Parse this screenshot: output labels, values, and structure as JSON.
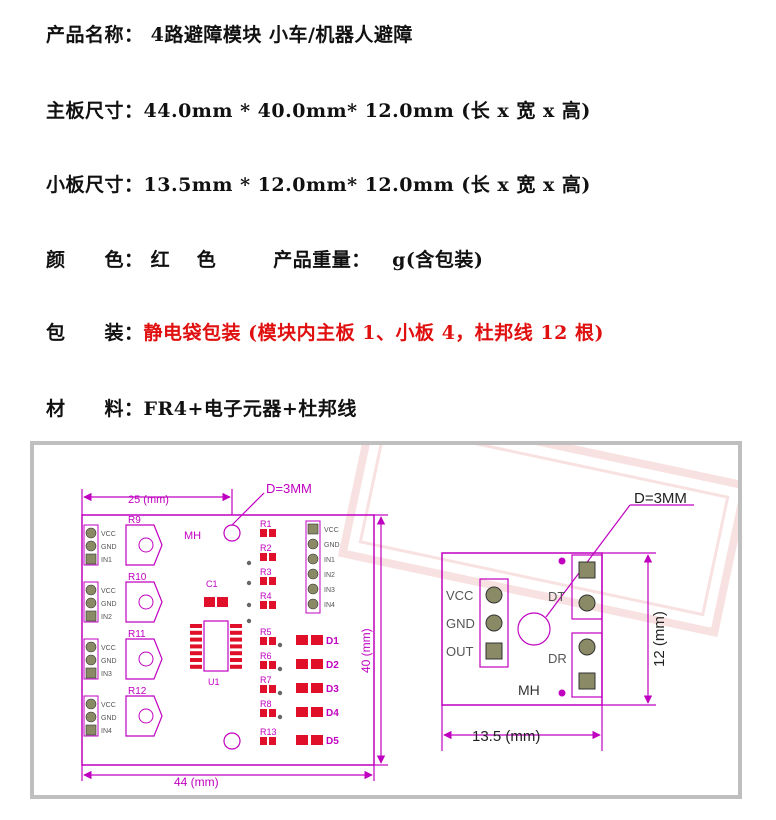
{
  "specs": {
    "name_label": "产品名称：",
    "name_value": "4路避障模块 小车/机器人避障",
    "main_board_label": "主板尺寸：",
    "main_board_value": "44.0mm * 40.0mm* 12.0mm (长 x 宽 x 高)",
    "small_board_label": "小板尺寸：",
    "small_board_value": "13.5mm * 12.0mm* 12.0mm (长 x 宽 x 高)",
    "color_label": "颜　　色：",
    "color_value": "红　 色",
    "weight_label": "产品重量：",
    "weight_value": "g(含包装)",
    "package_label": "包　　装：",
    "package_value": "静电袋包装 (模块内主板 1、小板 4，杜邦线 12 根)",
    "material_label": "材　　料：",
    "material_value": "FR4+电子元器+杜邦线"
  },
  "main_board": {
    "width_dim": "25 (mm)",
    "hole_label": "D=3MM",
    "mh_label": "MH",
    "height_dim": "40 (mm)",
    "bottom_dim": "44 (mm)",
    "c1": "C1",
    "u1": "U1",
    "pot_labels": [
      "R9",
      "R10",
      "R11",
      "R12"
    ],
    "left_header_groups": [
      [
        "VCC",
        "GND",
        "IN1"
      ],
      [
        "VCC",
        "GND",
        "IN2"
      ],
      [
        "VCC",
        "GND",
        "IN3"
      ],
      [
        "VCC",
        "GND",
        "IN4"
      ]
    ],
    "resistors": [
      "R1",
      "R2",
      "R3",
      "R4",
      "R5",
      "R6",
      "R7",
      "R8",
      "R13"
    ],
    "leds": [
      "D1",
      "D2",
      "D3",
      "D4",
      "D5"
    ],
    "right_header": [
      "VCC",
      "GND",
      "IN1",
      "IN2",
      "IN3",
      "IN4"
    ]
  },
  "small_board": {
    "hole_label": "D=3MM",
    "pins": [
      "VCC",
      "GND",
      "OUT"
    ],
    "dt": "DT",
    "dr": "DR",
    "mh": "MH",
    "height_dim": "12 (mm)",
    "width_dim": "13.5 (mm)"
  },
  "colors": {
    "outline": "#c000c0",
    "pad_red": "#e0102a",
    "led_red": "#e0102a",
    "frame": "#bfbfbf",
    "text_red": "#e01010"
  }
}
